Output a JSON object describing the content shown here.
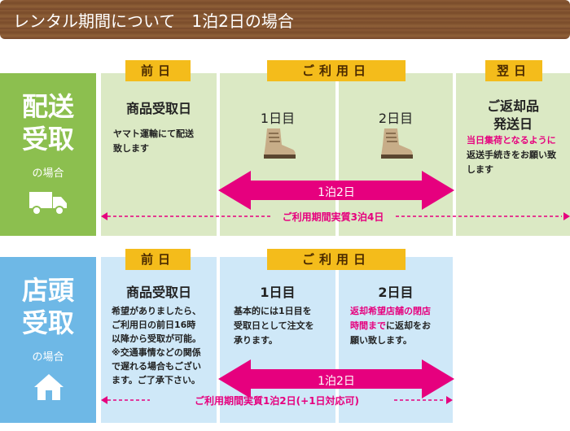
{
  "banner": {
    "title": "レンタル期間について　1泊2日の場合"
  },
  "rows": [
    {
      "label_line1": "配送",
      "label_line2": "受取",
      "label_sub": "の場合",
      "icon": "truck-icon",
      "color": "#8cbf4f",
      "cell_color": "#dbe9c4",
      "tab_before": "前日",
      "tab_use": "ご利用日",
      "tab_after": "翌日",
      "before_head": "商品受取日",
      "before_text": [
        "ヤマト運輸にて配送",
        "致します"
      ],
      "day1": "1日目",
      "day2": "2日目",
      "after_head": [
        "ご返却品",
        "発送日"
      ],
      "after_pink": [
        "当日集荷となるように"
      ],
      "after_text": [
        "返送手続きをお願い致",
        "します"
      ],
      "arrow_label": "1泊2日",
      "dash_label": "ご利用期間実質3泊4日"
    },
    {
      "label_line1": "店頭",
      "label_line2": "受取",
      "label_sub": "の場合",
      "icon": "house-icon",
      "color": "#6eb8e6",
      "cell_color": "#cfe8f8",
      "tab_before": "前日",
      "tab_use": "ご利用日",
      "before_head": "商品受取日",
      "before_text": [
        "希望がありましたら、",
        "ご利用日の前日16時",
        "以降から受取が可能。",
        "※交通事情などの関係",
        "で遅れる場合もござい",
        "ます。ご了承下さい。"
      ],
      "day1": "1日目",
      "day1_text": [
        "基本的には1日目を",
        "受取日として注文を",
        "承ります。"
      ],
      "day2": "2日目",
      "day2_pink": [
        "返却希望店舗の閉店",
        "時間まで"
      ],
      "day2_text_inline": "に返却をお",
      "day2_text": [
        "願い致します。"
      ],
      "arrow_label": "1泊2日",
      "dash_label": "ご利用期間実質1泊2日(+1日対応可)"
    }
  ],
  "colors": {
    "arrow": "#e6007e",
    "tab": "#f4bc1b",
    "banner": "#7a4c2b"
  }
}
